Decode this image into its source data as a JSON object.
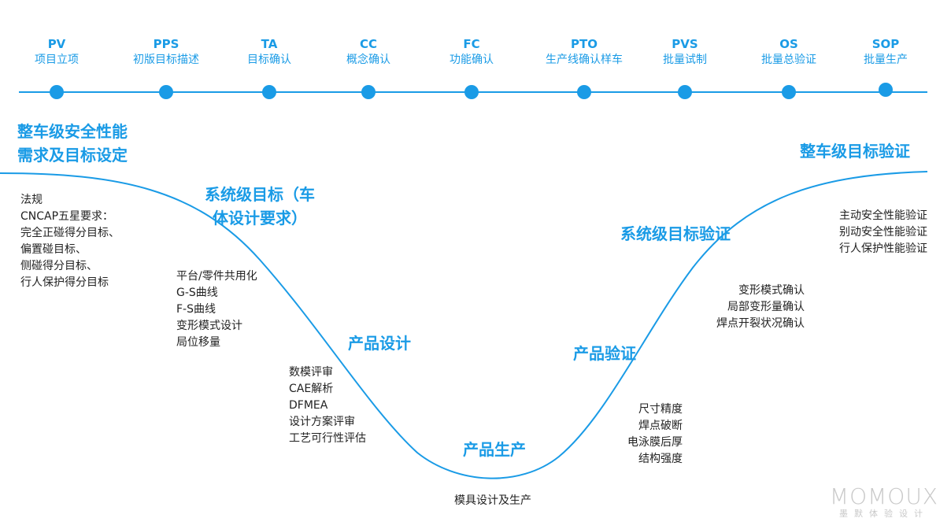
{
  "colors": {
    "accent": "#1a9be6",
    "text": "#222222",
    "logo": "#c9c9c9"
  },
  "milestones": [
    {
      "code": "PV",
      "name": "项目立项"
    },
    {
      "code": "PPS",
      "name": "初版目标描述"
    },
    {
      "code": "TA",
      "name": "目标确认"
    },
    {
      "code": "CC",
      "name": "概念确认"
    },
    {
      "code": "FC",
      "name": "功能确认"
    },
    {
      "code": "PTO",
      "name": "生产线确认样车"
    },
    {
      "code": "PVS",
      "name": "批量试制"
    },
    {
      "code": "OS",
      "name": "批量总验证"
    },
    {
      "code": "SOP",
      "name": "批量生产"
    }
  ],
  "stages": {
    "vehicle_target_line1": "整车级安全性能",
    "vehicle_target_line2": "需求及目标设定",
    "system_target_line1": "系统级目标（车",
    "system_target_line2": "体设计要求）",
    "product_design": "产品设计",
    "product_production": "产品生产",
    "product_validation": "产品验证",
    "system_validation": "系统级目标验证",
    "vehicle_validation": "整车级目标验证"
  },
  "notes": {
    "vehicle_target": [
      "法规",
      "CNCAP五星要求：",
      "完全正碰得分目标、",
      "偏置碰目标、",
      "侧碰得分目标、",
      "行人保护得分目标"
    ],
    "system_target": [
      "平台/零件共用化",
      "G-S曲线",
      "F-S曲线",
      "变形模式设计",
      "局位移量"
    ],
    "product_design": [
      "数模评审",
      "CAE解析",
      "DFMEA",
      "设计方案评审",
      "工艺可行性评估"
    ],
    "product_production": [
      "模具设计及生产"
    ],
    "product_validation": [
      "尺寸精度",
      "焊点破断",
      "电泳膜后厚",
      "结构强度"
    ],
    "system_validation": [
      "变形模式确认",
      "局部变形量确认",
      "焊点开裂状况确认"
    ],
    "vehicle_validation": [
      "主动安全性能验证",
      "别动安全性能验证",
      "行人保护性能验证"
    ]
  },
  "logo": {
    "word": "MOMOUX",
    "sub": "墨默体验设计"
  }
}
